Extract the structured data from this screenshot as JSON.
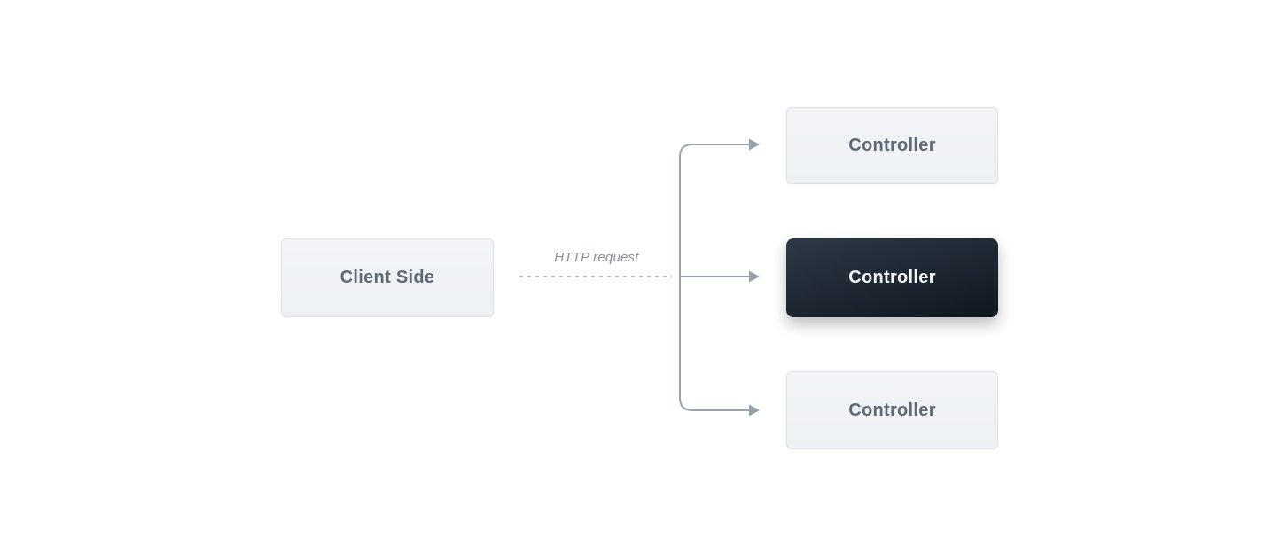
{
  "diagram": {
    "client_box": {
      "label": "Client Side"
    },
    "http_request_label": "HTTP request",
    "controllers": [
      {
        "label": "Controller",
        "variant": "light"
      },
      {
        "label": "Controller",
        "variant": "dark"
      },
      {
        "label": "Controller",
        "variant": "light"
      }
    ],
    "colors": {
      "background": "#ffffff",
      "solid_line": "#9aa3ad",
      "dashed_line": "#b4bbc3",
      "arrowhead": "#96a0aa",
      "light_box_bg_top": "#f2f4f7",
      "light_box_bg_bottom": "#eef1f4",
      "light_box_border": "#dde2e8",
      "light_box_text": "#5e6975",
      "dark_box_bg_top": "#2e3947",
      "dark_box_bg_bottom": "#10161e",
      "dark_box_text": "#f5f7f9",
      "label_text": "#878f99"
    }
  }
}
